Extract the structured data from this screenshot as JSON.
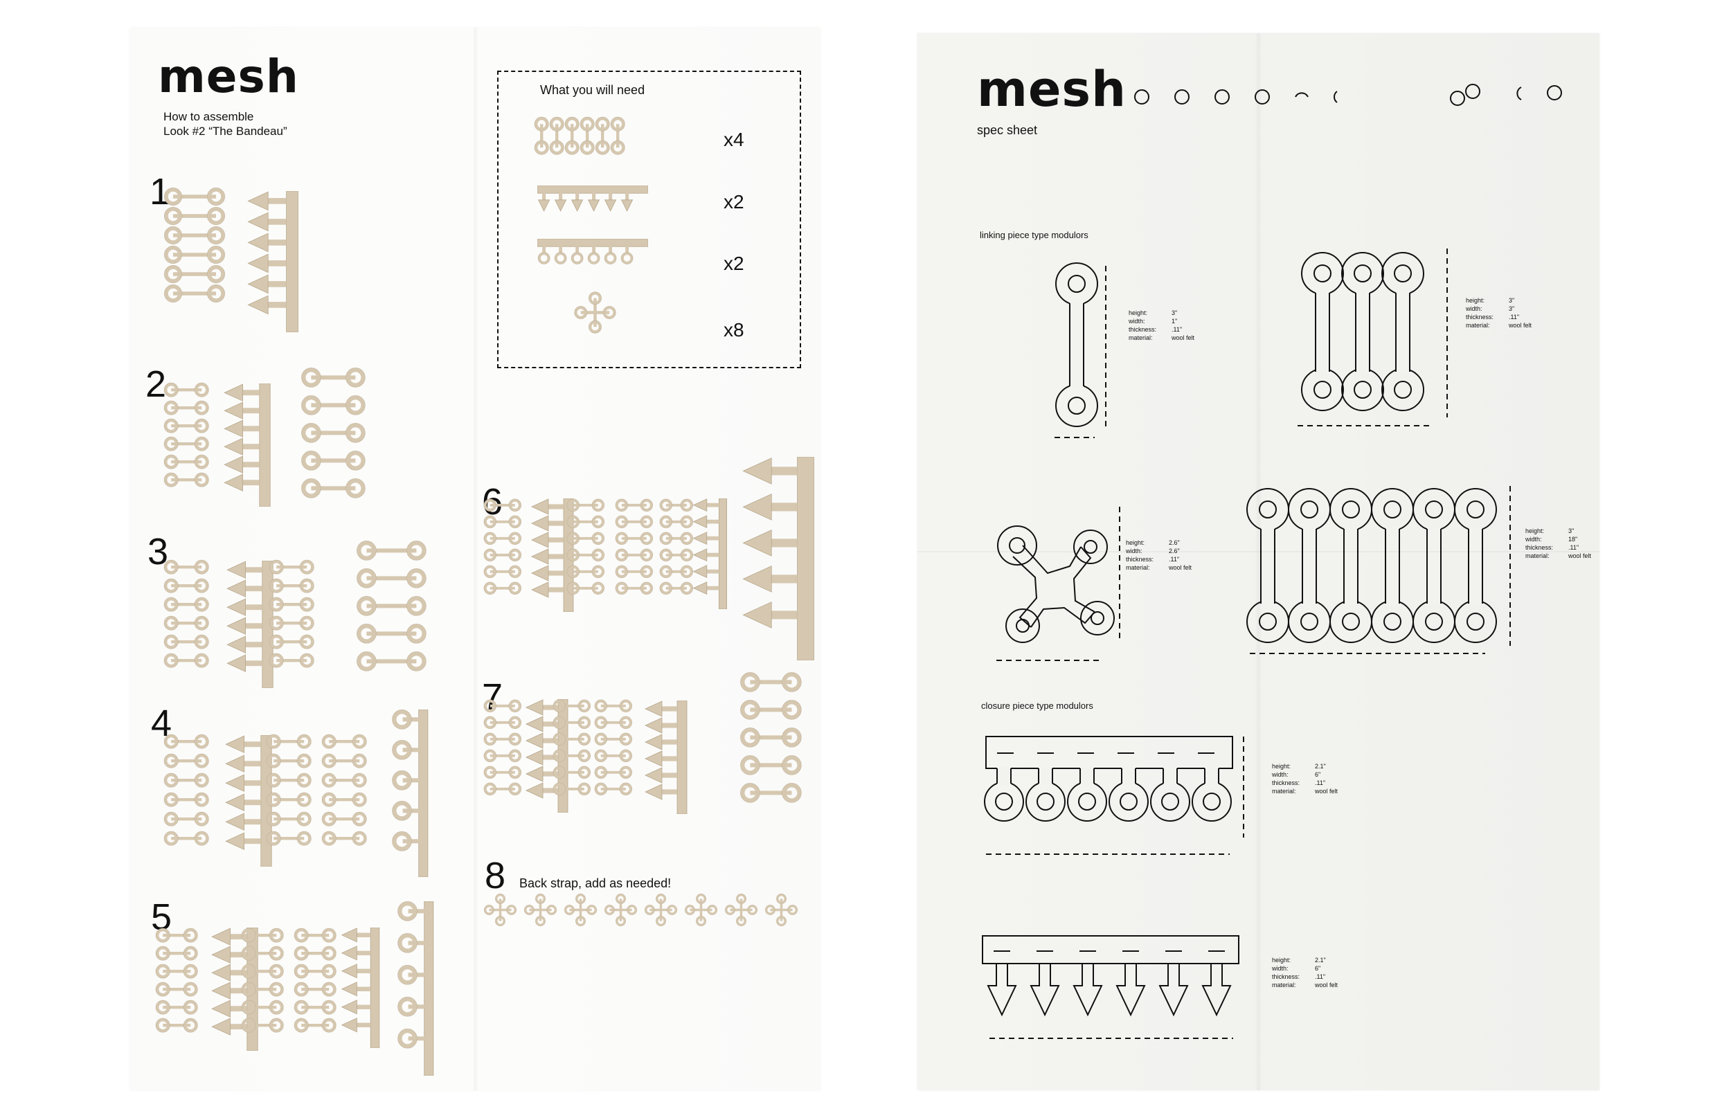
{
  "colors": {
    "felt": "#d6c8b0",
    "felt_edge": "#b6a68a",
    "ink": "#111111"
  },
  "instructions": {
    "brand": "mesh",
    "subtitle_line1": "How to assemble",
    "subtitle_line2": "Look #2 “The Bandeau”",
    "needs": {
      "title": "What you will need",
      "items": [
        {
          "name": "link-piece",
          "qty": "x4"
        },
        {
          "name": "arrow-closure-piece",
          "qty": "x2"
        },
        {
          "name": "ring-closure-piece",
          "qty": "x2"
        },
        {
          "name": "cross-piece",
          "qty": "x8"
        }
      ]
    },
    "steps": [
      {
        "num": "1"
      },
      {
        "num": "2"
      },
      {
        "num": "3"
      },
      {
        "num": "4"
      },
      {
        "num": "5"
      },
      {
        "num": "6"
      },
      {
        "num": "7"
      },
      {
        "num": "8",
        "text": "Back strap, add as needed!"
      }
    ]
  },
  "specsheet": {
    "brand": "mesh",
    "subtitle": "spec sheet",
    "sections": [
      {
        "title": "linking piece type modulors",
        "pieces": [
          {
            "name": "single-link",
            "height": "3ʺ",
            "width": "1ʺ",
            "thickness": ".11ʺ",
            "material": "wool felt"
          },
          {
            "name": "triple-link",
            "height": "3ʺ",
            "width": "3ʺ",
            "thickness": ".11ʺ",
            "material": "wool felt"
          },
          {
            "name": "cross-link",
            "height": "2.6ʺ",
            "width": "2.6ʺ",
            "thickness": ".11ʺ",
            "material": "wool felt"
          },
          {
            "name": "six-link",
            "height": "3ʺ",
            "width": "18ʺ",
            "thickness": ".11ʺ",
            "material": "wool felt"
          }
        ]
      },
      {
        "title": "closure piece type modulors",
        "pieces": [
          {
            "name": "ring-closure",
            "height": "2.1ʺ",
            "width": "6ʺ",
            "thickness": ".11ʺ",
            "material": "wool felt"
          },
          {
            "name": "arrow-closure",
            "height": "2.1ʺ",
            "width": "6ʺ",
            "thickness": ".11ʺ",
            "material": "wool felt"
          }
        ]
      }
    ],
    "spec_labels": {
      "height": "height:",
      "width": "width:",
      "thickness": "thickness:",
      "material": "material:"
    }
  }
}
